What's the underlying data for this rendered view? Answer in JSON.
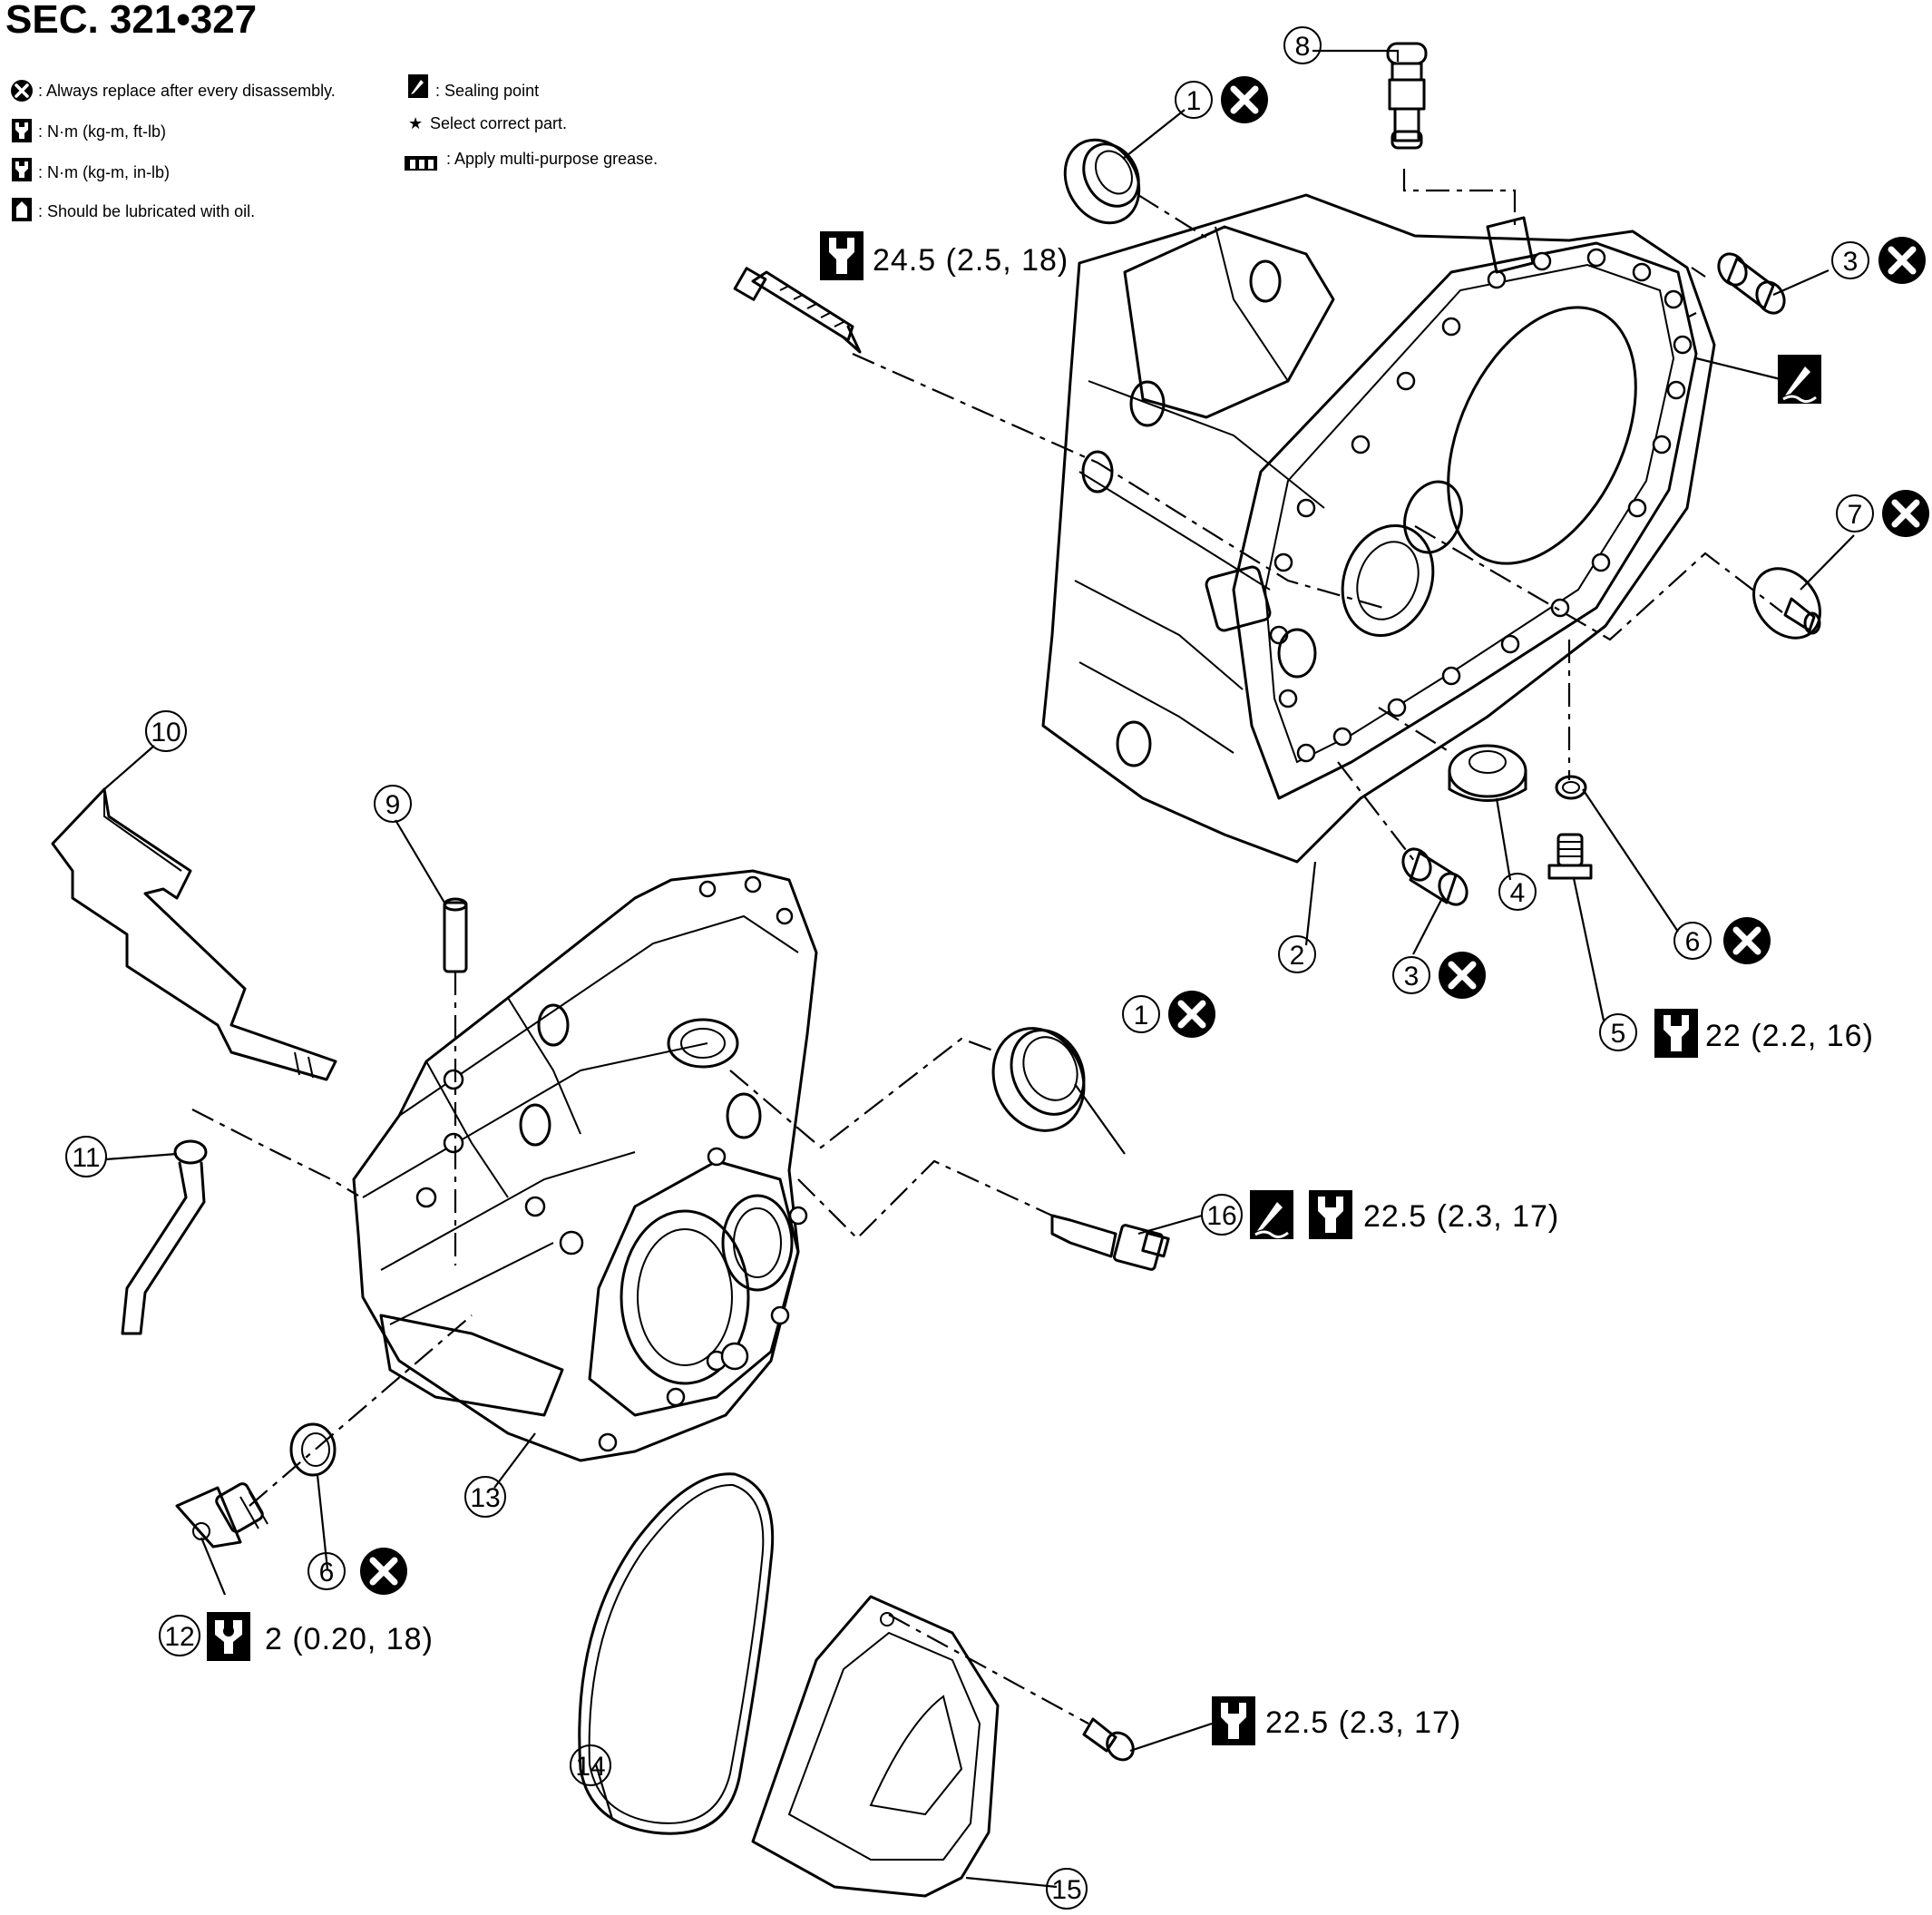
{
  "section_title": "SEC. 321•327",
  "legend": {
    "replace": ": Always replace after every disassembly.",
    "torque_ft_lb": ": N·m (kg-m, ft-lb)",
    "torque_in_lb": ": N·m (kg-m, in-lb)",
    "lubricate": ": Should be lubricated with oil.",
    "sealing": ": Sealing point",
    "select_part": "Select correct part.",
    "grease": ": Apply multi-purpose grease."
  },
  "callouts": {
    "p1a": "1",
    "p1b": "1",
    "p2": "2",
    "p3a": "3",
    "p3b": "3",
    "p4": "4",
    "p5": "5",
    "p6a": "6",
    "p6b": "6",
    "p7": "7",
    "p8": "8",
    "p9": "9",
    "p10": "10",
    "p11": "11",
    "p12": "12",
    "p13": "13",
    "p14": "14",
    "p15": "15",
    "p16": "16"
  },
  "torque": {
    "bolt_top": "24.5 (2.5, 18)",
    "part5": "22 (2.2, 16)",
    "part16": "22.5 (2.3, 17)",
    "part12": "2 (0.20, 18)",
    "cover_bolt": "22.5 (2.3, 17)"
  },
  "icons": [
    "replace-x-icon",
    "torque-wrench-icon",
    "torque-wrench-filled-icon",
    "oil-can-icon",
    "sealant-icon",
    "star-icon",
    "grease-icon"
  ],
  "colors": {
    "ink": "#000000",
    "paper": "#ffffff"
  }
}
